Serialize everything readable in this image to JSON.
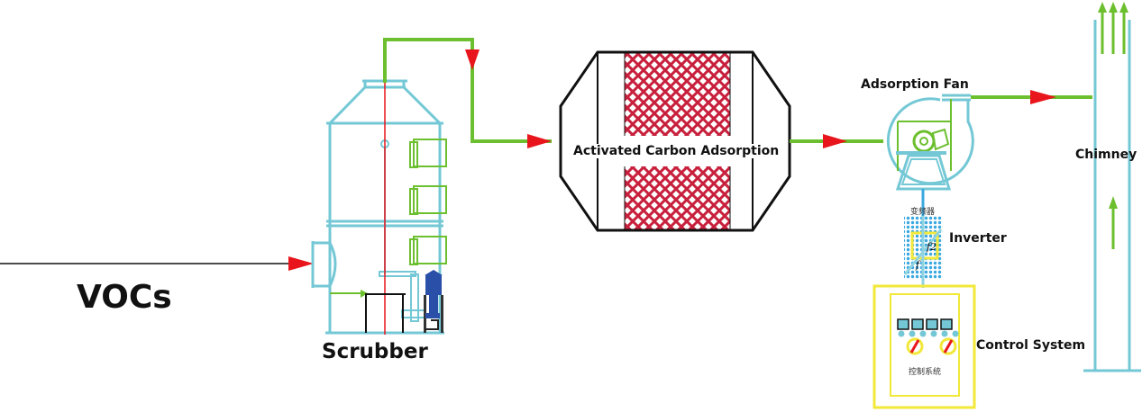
{
  "diagram": {
    "title": "VOCs treatment process flow",
    "labels": {
      "vocs": "VOCs",
      "scrubber": "Scrubber",
      "activated_carbon": "Activated Carbon Adsorption",
      "adsorption_fan": "Adsorption Fan",
      "inverter": "Inverter",
      "inverter_cn": "变频器",
      "inverter_f1": "f",
      "inverter_f2": "f2",
      "control_system": "Control System",
      "control_system_cn": "控制系统",
      "chimney": "Chimney"
    },
    "flow": [
      "VOCs",
      "Scrubber",
      "Activated Carbon Adsorption",
      "Adsorption Fan",
      "Chimney"
    ],
    "colors": {
      "pipe_green": "#6cbf2e",
      "arrow_red": "#e8161c",
      "equipment_blue": "#74c8d6",
      "carbon_red": "#c8203c",
      "panel_yellow": "#f2e83a",
      "pump_blue": "#2a4fa8",
      "line_black": "#111111"
    }
  }
}
